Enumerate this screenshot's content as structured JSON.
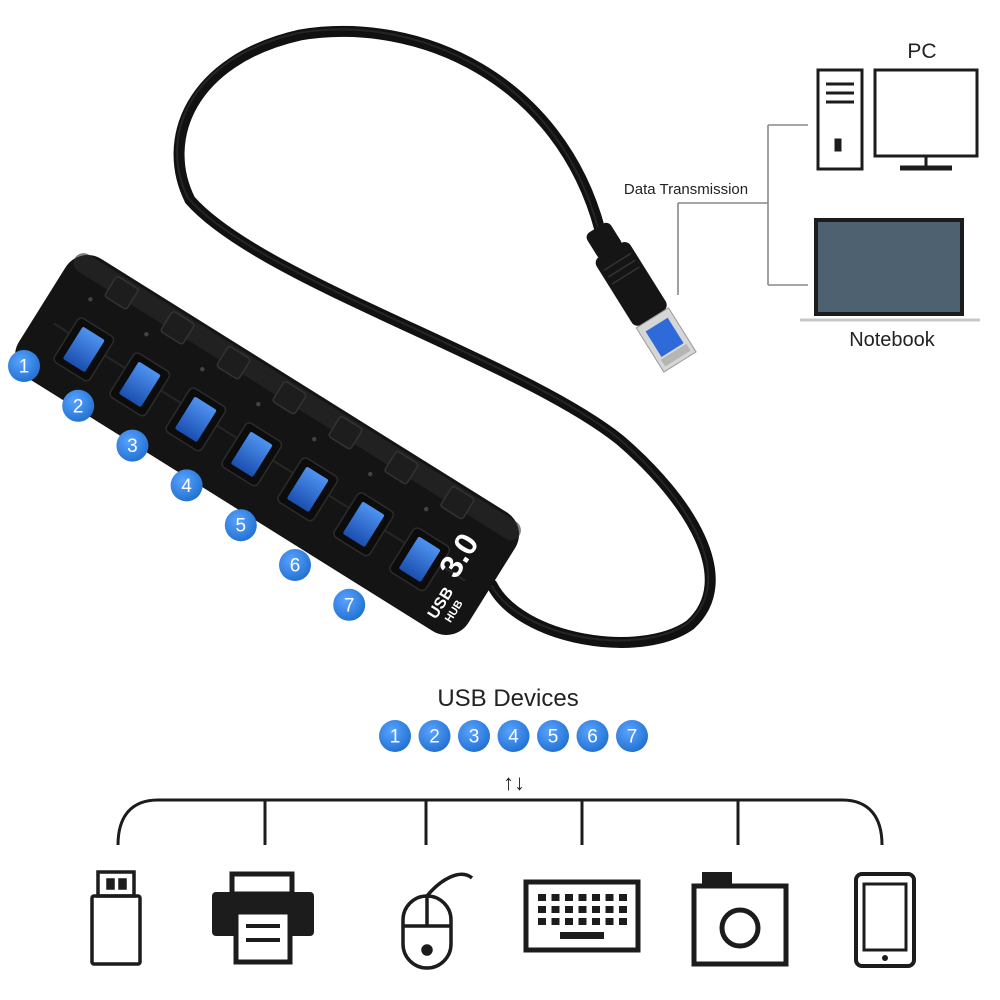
{
  "computers": {
    "pc_label": "PC",
    "notebook_label": "Notebook",
    "link_label": "Data  Transmission"
  },
  "hub": {
    "badge_text": "3.0",
    "model_line1": "USB",
    "model_line2": "HUB",
    "port_numbers": [
      "1",
      "2",
      "3",
      "4",
      "5",
      "6",
      "7"
    ]
  },
  "devices": {
    "title": "USB  Devices",
    "numbers": [
      "1",
      "2",
      "3",
      "4",
      "5",
      "6",
      "7"
    ],
    "arrows": "↑↓",
    "icons": [
      "usb-flash-drive-icon",
      "printer-icon",
      "mouse-icon",
      "keyboard-icon",
      "camera-icon",
      "tablet-icon"
    ]
  },
  "colors": {
    "badge_blue": "#2f7fd8",
    "port_blue": "#2b6fd6",
    "hub_body": "#141414",
    "screen_fill": "#4e6170",
    "icon_stroke": "#1c1c1c"
  }
}
